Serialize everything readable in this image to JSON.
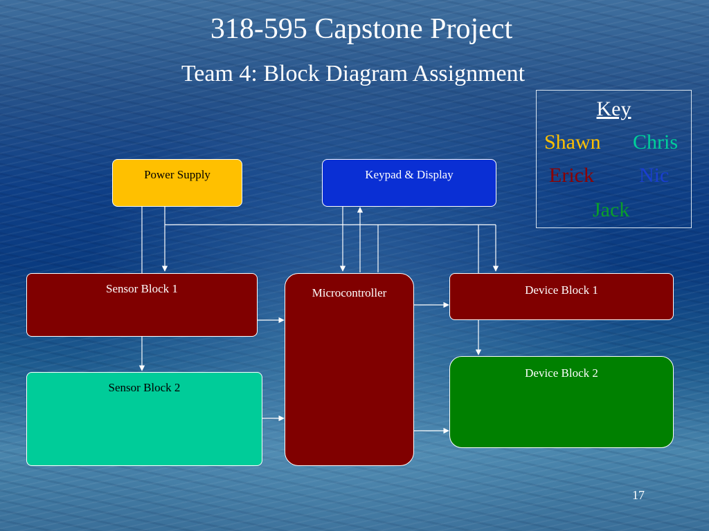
{
  "slide": {
    "title": "318-595 Capstone Project",
    "subtitle": "Team 4: Block Diagram Assignment",
    "page_number": "17"
  },
  "key": {
    "title": "Key",
    "members": [
      {
        "name": "Shawn",
        "color": "#ffc000"
      },
      {
        "name": "Chris",
        "color": "#00d09a"
      },
      {
        "name": "Erick",
        "color": "#8b0000"
      },
      {
        "name": "Nic",
        "color": "#1a3fd0"
      },
      {
        "name": "Jack",
        "color": "#0a9e2a"
      }
    ]
  },
  "blocks": {
    "power_supply": {
      "label": "Power Supply",
      "owner": "Shawn",
      "fill": "#ffc000",
      "text_color": "#000000"
    },
    "keypad_display": {
      "label": "Keypad & Display",
      "owner": "Nic",
      "fill": "#0a2fd4",
      "text_color": "#ffffff"
    },
    "sensor_block_1": {
      "label": "Sensor Block 1",
      "owner": "Erick",
      "fill": "#800000",
      "text_color": "#ffffff"
    },
    "sensor_block_2": {
      "label": "Sensor Block 2",
      "owner": "Chris",
      "fill": "#00cc99",
      "text_color": "#000000"
    },
    "microcontroller": {
      "label": "Microcontroller",
      "owner": "Erick",
      "fill": "#800000",
      "text_color": "#ffffff"
    },
    "device_block_1": {
      "label": "Device Block 1",
      "owner": "Erick",
      "fill": "#800000",
      "text_color": "#ffffff"
    },
    "device_block_2": {
      "label": "Device Block 2",
      "owner": "Jack",
      "fill": "#008000",
      "text_color": "#ffffff"
    }
  },
  "connections": [
    {
      "from": "power_supply",
      "to": "sensor_block_1"
    },
    {
      "from": "power_supply",
      "to": "microcontroller"
    },
    {
      "from": "power_supply",
      "to": "device_block_1"
    },
    {
      "from": "power_supply",
      "to": "device_block_2"
    },
    {
      "from": "power_supply",
      "to": "sensor_block_2"
    },
    {
      "from": "microcontroller",
      "to": "keypad_display"
    },
    {
      "from": "sensor_block_1",
      "to": "microcontroller"
    },
    {
      "from": "sensor_block_2",
      "to": "microcontroller"
    },
    {
      "from": "microcontroller",
      "to": "device_block_1"
    },
    {
      "from": "microcontroller",
      "to": "device_block_2"
    }
  ]
}
